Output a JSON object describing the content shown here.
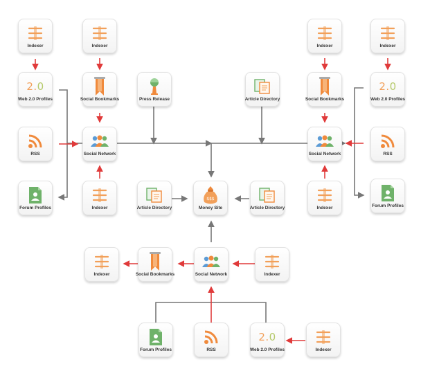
{
  "colors": {
    "connector_gray": "#777777",
    "connector_red": "#e03a3a",
    "rss_orange": "#f08a3c",
    "indexer_orange": "#f2a05a",
    "profile_green": "#6fb26a",
    "people_blue": "#5b9bd5"
  },
  "nodes": [
    {
      "id": "indexer-tl",
      "label": "Indexer",
      "icon": "indexer-icon"
    },
    {
      "id": "web20-left",
      "label": "Web 2.0 Profiles",
      "icon": "web20-icon"
    },
    {
      "id": "rss-left",
      "label": "RSS",
      "icon": "rss-icon"
    },
    {
      "id": "forum-left",
      "label": "Forum Profiles",
      "icon": "forum-profile-icon"
    },
    {
      "id": "indexer-top-left2",
      "label": "Indexer",
      "icon": "indexer-icon"
    },
    {
      "id": "social-bookmarks-left",
      "label": "Social Bookmarks",
      "icon": "bookmark-icon"
    },
    {
      "id": "social-network-left",
      "label": "Social Network",
      "icon": "people-icon"
    },
    {
      "id": "indexer-left-bottom",
      "label": "Indexer",
      "icon": "indexer-icon"
    },
    {
      "id": "press-release",
      "label": "Press Release",
      "icon": "press-release-icon"
    },
    {
      "id": "article-directory-top",
      "label": "Article Directory",
      "icon": "article-icon"
    },
    {
      "id": "indexer-tr1",
      "label": "Indexer",
      "icon": "indexer-icon"
    },
    {
      "id": "indexer-tr2",
      "label": "Indexer",
      "icon": "indexer-icon"
    },
    {
      "id": "social-bookmarks-right",
      "label": "Social Bookmarks",
      "icon": "bookmark-icon"
    },
    {
      "id": "web20-right",
      "label": "Web 2.0 Profiles",
      "icon": "web20-icon"
    },
    {
      "id": "social-network-right",
      "label": "Social Network",
      "icon": "people-icon"
    },
    {
      "id": "rss-right",
      "label": "RSS",
      "icon": "rss-icon"
    },
    {
      "id": "indexer-right-bottom",
      "label": "Indexer",
      "icon": "indexer-icon"
    },
    {
      "id": "forum-right",
      "label": "Forum Profiles",
      "icon": "forum-profile-icon"
    },
    {
      "id": "article-directory-left",
      "label": "Article Directory",
      "icon": "article-icon"
    },
    {
      "id": "money-site",
      "label": "Money Site",
      "icon": "money-bag-icon"
    },
    {
      "id": "article-directory-right",
      "label": "Article Directory",
      "icon": "article-icon"
    },
    {
      "id": "indexer-bottom-left",
      "label": "Indexer",
      "icon": "indexer-icon"
    },
    {
      "id": "social-bookmarks-bottom",
      "label": "Social Bookmarks",
      "icon": "bookmark-icon"
    },
    {
      "id": "social-network-bottom",
      "label": "Social Network",
      "icon": "people-icon"
    },
    {
      "id": "indexer-bottom-right",
      "label": "Indexer",
      "icon": "indexer-icon"
    },
    {
      "id": "forum-bottom",
      "label": "Forum Profiles",
      "icon": "forum-profile-icon"
    },
    {
      "id": "rss-bottom",
      "label": "RSS",
      "icon": "rss-icon"
    },
    {
      "id": "web20-bottom",
      "label": "Web 2.0 Profiles",
      "icon": "web20-icon"
    },
    {
      "id": "indexer-bottom-far",
      "label": "Indexer",
      "icon": "indexer-icon"
    }
  ],
  "web20_text": {
    "two": "2.",
    "zero": "0"
  }
}
